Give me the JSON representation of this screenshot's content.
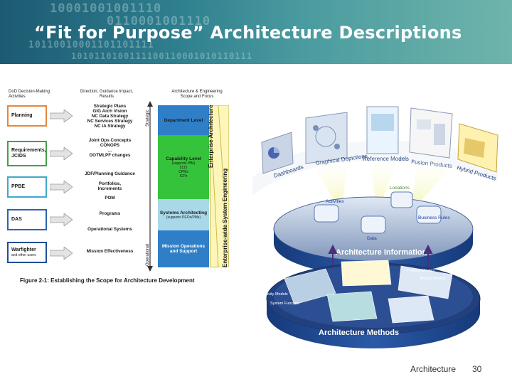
{
  "header": {
    "title": "“Fit for Purpose” Architecture Descriptions",
    "binary_rows": [
      "10001001001110",
      "0110001001110",
      "10110010001101101111",
      "1010110100111100110001010110111"
    ]
  },
  "figure": {
    "col1": "DoD Decision-Making Activities",
    "col2": "Direction, Guidance Impact, Results",
    "col3": "Architecture & Engineering Scope and Focus",
    "strategic": "Strategic",
    "operational": "Operational",
    "activities": [
      {
        "label": "Planning",
        "sub": "",
        "color": "#e6873a"
      },
      {
        "label": "Requirements, JCIDS",
        "sub": "",
        "color": "#43a047"
      },
      {
        "label": "PPBE",
        "sub": "",
        "color": "#3fa9c9"
      },
      {
        "label": "DAS",
        "sub": "",
        "color": "#2a64b0"
      },
      {
        "label": "Warfighter",
        "sub": "and other users",
        "color": "#1f4f95"
      }
    ],
    "guidance": [
      "Strategic Plans\nGIG Arch Vision\nNC Data Strategy\nNC Services Strategy\nNC IA Strategy",
      "Joint Ops Concepts\nCONOPS\n...\nDOTMLPF changes",
      "JDF/Planning Guidance",
      "Portfolios,\nIncrements",
      "POM",
      "Programs",
      "Operational Systems",
      "Mission Effectiveness"
    ],
    "levels": [
      {
        "title": "Department Level",
        "sub": "",
        "color": "#2f7fc8"
      },
      {
        "title": "Capability Level",
        "sub": "(supports PfM)\n5115\nCPMs\nICPs",
        "color": "#35c33b"
      },
      {
        "title": "Systems Architecting",
        "sub": "(supports PEOs/PMs)",
        "color": "#a9d8e8"
      },
      {
        "title": "Mission Operations and Support",
        "sub": "",
        "color": "#2f7fc8"
      }
    ],
    "enterprise_arch": "Enterprise Architecture",
    "enterprise_eng": "Enterprise-wide System Engineering",
    "caption": "Figure 2-1: Establishing the Scope for Architecture Development"
  },
  "illustration": {
    "products": [
      "Dashboards",
      "Graphical Depictions",
      "Reference Models",
      "Fusion Products",
      "Hybrid Products"
    ],
    "middle": [
      "Locations",
      "Activities",
      "Data",
      "Business Rules"
    ],
    "middle_title": "Architecture Information",
    "bottom": [
      "Process Models",
      "Activity Models",
      "Activity Models",
      "System Function"
    ],
    "bottom_title": "Architecture Methods"
  },
  "footer": {
    "label": "Architecture",
    "page": "30"
  },
  "colors": {
    "banner": "#2f7f8f",
    "ea_bar": "#fdf6b8"
  }
}
